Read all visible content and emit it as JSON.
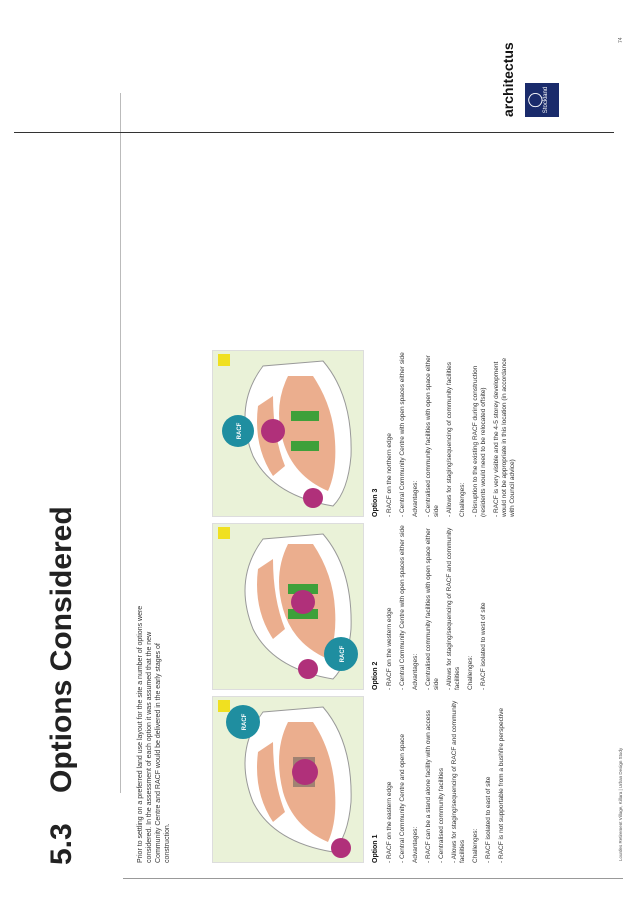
{
  "section": {
    "number": "5.3",
    "title": "Options Considered"
  },
  "intro": "Prior to settling on a preferred land use layout for the site a number of options were considered. In the assessment of each option it was assumed that the new Community Centre and RACF would be delivered in the early stages of construction.",
  "plans": [
    {
      "label": "RACF"
    },
    {
      "label": "RACF"
    },
    {
      "label": "RACF"
    }
  ],
  "options": [
    {
      "heading": "Option 1",
      "items": [
        "RACF on the eastern edge",
        "Central Community Centre and open space"
      ],
      "adv_label": "Advantages:",
      "advantages": [
        "RACF can be a stand alone facility with own access",
        "Centralised community facilities",
        "Allows for staging/sequencing of RACF and community facilities"
      ],
      "chal_label": "Challenges:",
      "challenges": [
        "RACF isolated to east of site",
        "RACF is not supportable from a bushfire perspective"
      ]
    },
    {
      "heading": "Option 2",
      "items": [
        "RACF on the western edge",
        "Central Community Centre with open spaces either side"
      ],
      "adv_label": "Advantages:",
      "advantages": [
        "Centralised community facilities with open space either side",
        "Allows for staging/sequencing of RACF and community facilities"
      ],
      "chal_label": "Challenges:",
      "challenges": [
        "RACF isolated to west of site"
      ]
    },
    {
      "heading": "Option 3",
      "items": [
        "RACF on the northern edge",
        "Central Community Centre with open spaces either side"
      ],
      "adv_label": "Advantages:",
      "advantages": [
        "Centralised community facilities with open space either side",
        "Allows for staging/sequencing of community facilities"
      ],
      "chal_label": "Challenges:",
      "challenges": [
        "Disruption to the existing RACF during construction (residents would need to be relocated offsite)",
        "RACF is very visible and the 4-5 storey development would not be appropriate in this location (in accordance with Council advice)"
      ]
    }
  ],
  "brand": {
    "name": "architectus",
    "badge": "Stockland"
  },
  "footer": "Lourdes Retirement Village, Killara | Urban Design Study",
  "page_number": "74",
  "colors": {
    "building": "#e8a07a",
    "racf": "#1f8ea0",
    "community": "#b0307a",
    "open_space": "#3ea03a",
    "site": "#eaf2d8"
  }
}
